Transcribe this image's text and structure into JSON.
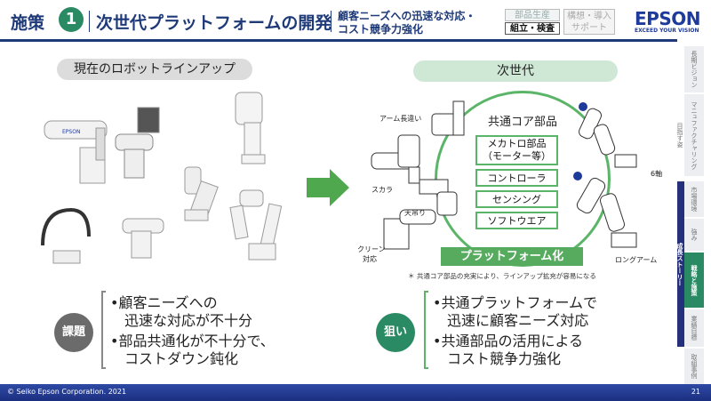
{
  "header": {
    "prefix": "施策",
    "number": "1",
    "title": "次世代プラットフォームの開発",
    "subtitle_line1": "顧客ニーズへの迅速な対応・",
    "subtitle_line2": "コスト競争力強化",
    "tag_production": "部品生産",
    "tag_assembly": "組立・検査",
    "tag_concept_line1": "構想・導入",
    "tag_concept_line2": "サポート",
    "logo": "EPSON",
    "logo_tagline": "EXCEED YOUR VISION"
  },
  "sidebar": {
    "item_1": "長期ビジョン",
    "item_2": "マニュファクチャリング",
    "group_left": "目指す姿",
    "item_3": "市場環境",
    "item_4": "強み",
    "item_5": "戦略と施策",
    "item_6": "業績目標",
    "group_main": "成長ストーリー",
    "item_7": "取組事例"
  },
  "left": {
    "heading": "現在のロボットラインアップ"
  },
  "right": {
    "heading": "次世代",
    "core_title": "共通コア部品",
    "core_items": [
      "メカトロ部品\n（モーター等）",
      "コントローラ",
      "センシング",
      "ソフトウエア"
    ],
    "platform": "プラットフォーム化",
    "note": "＊ 共通コア部品の充実により、ラインアップ拡充が容易になる",
    "labels": {
      "arm_length": "アーム長違い",
      "scara": "スカラ",
      "ceiling": "天吊り",
      "clean_line1": "クリーン",
      "clean_line2": "対応",
      "six_axis": "6軸",
      "long_arm": "ロングアーム"
    }
  },
  "issue": {
    "badge": "課題",
    "line1": "•顧客ニーズへの",
    "line2": "　迅速な対応が不十分",
    "line3": "•部品共通化が不十分で、",
    "line4": "　コストダウン鈍化"
  },
  "aim": {
    "badge": "狙い",
    "line1": "•共通プラットフォームで",
    "line2": "　迅速に顧客ニーズ対応",
    "line3": "•共通部品の活用による",
    "line4": "　コスト競争力強化"
  },
  "footer": {
    "copyright": "© Seiko Epson Corporation. 2021",
    "page": "21"
  },
  "colors": {
    "navy": "#1e3a78",
    "green": "#2a8a63",
    "light_green": "#5bb568",
    "platform_green": "#57ab5f"
  }
}
